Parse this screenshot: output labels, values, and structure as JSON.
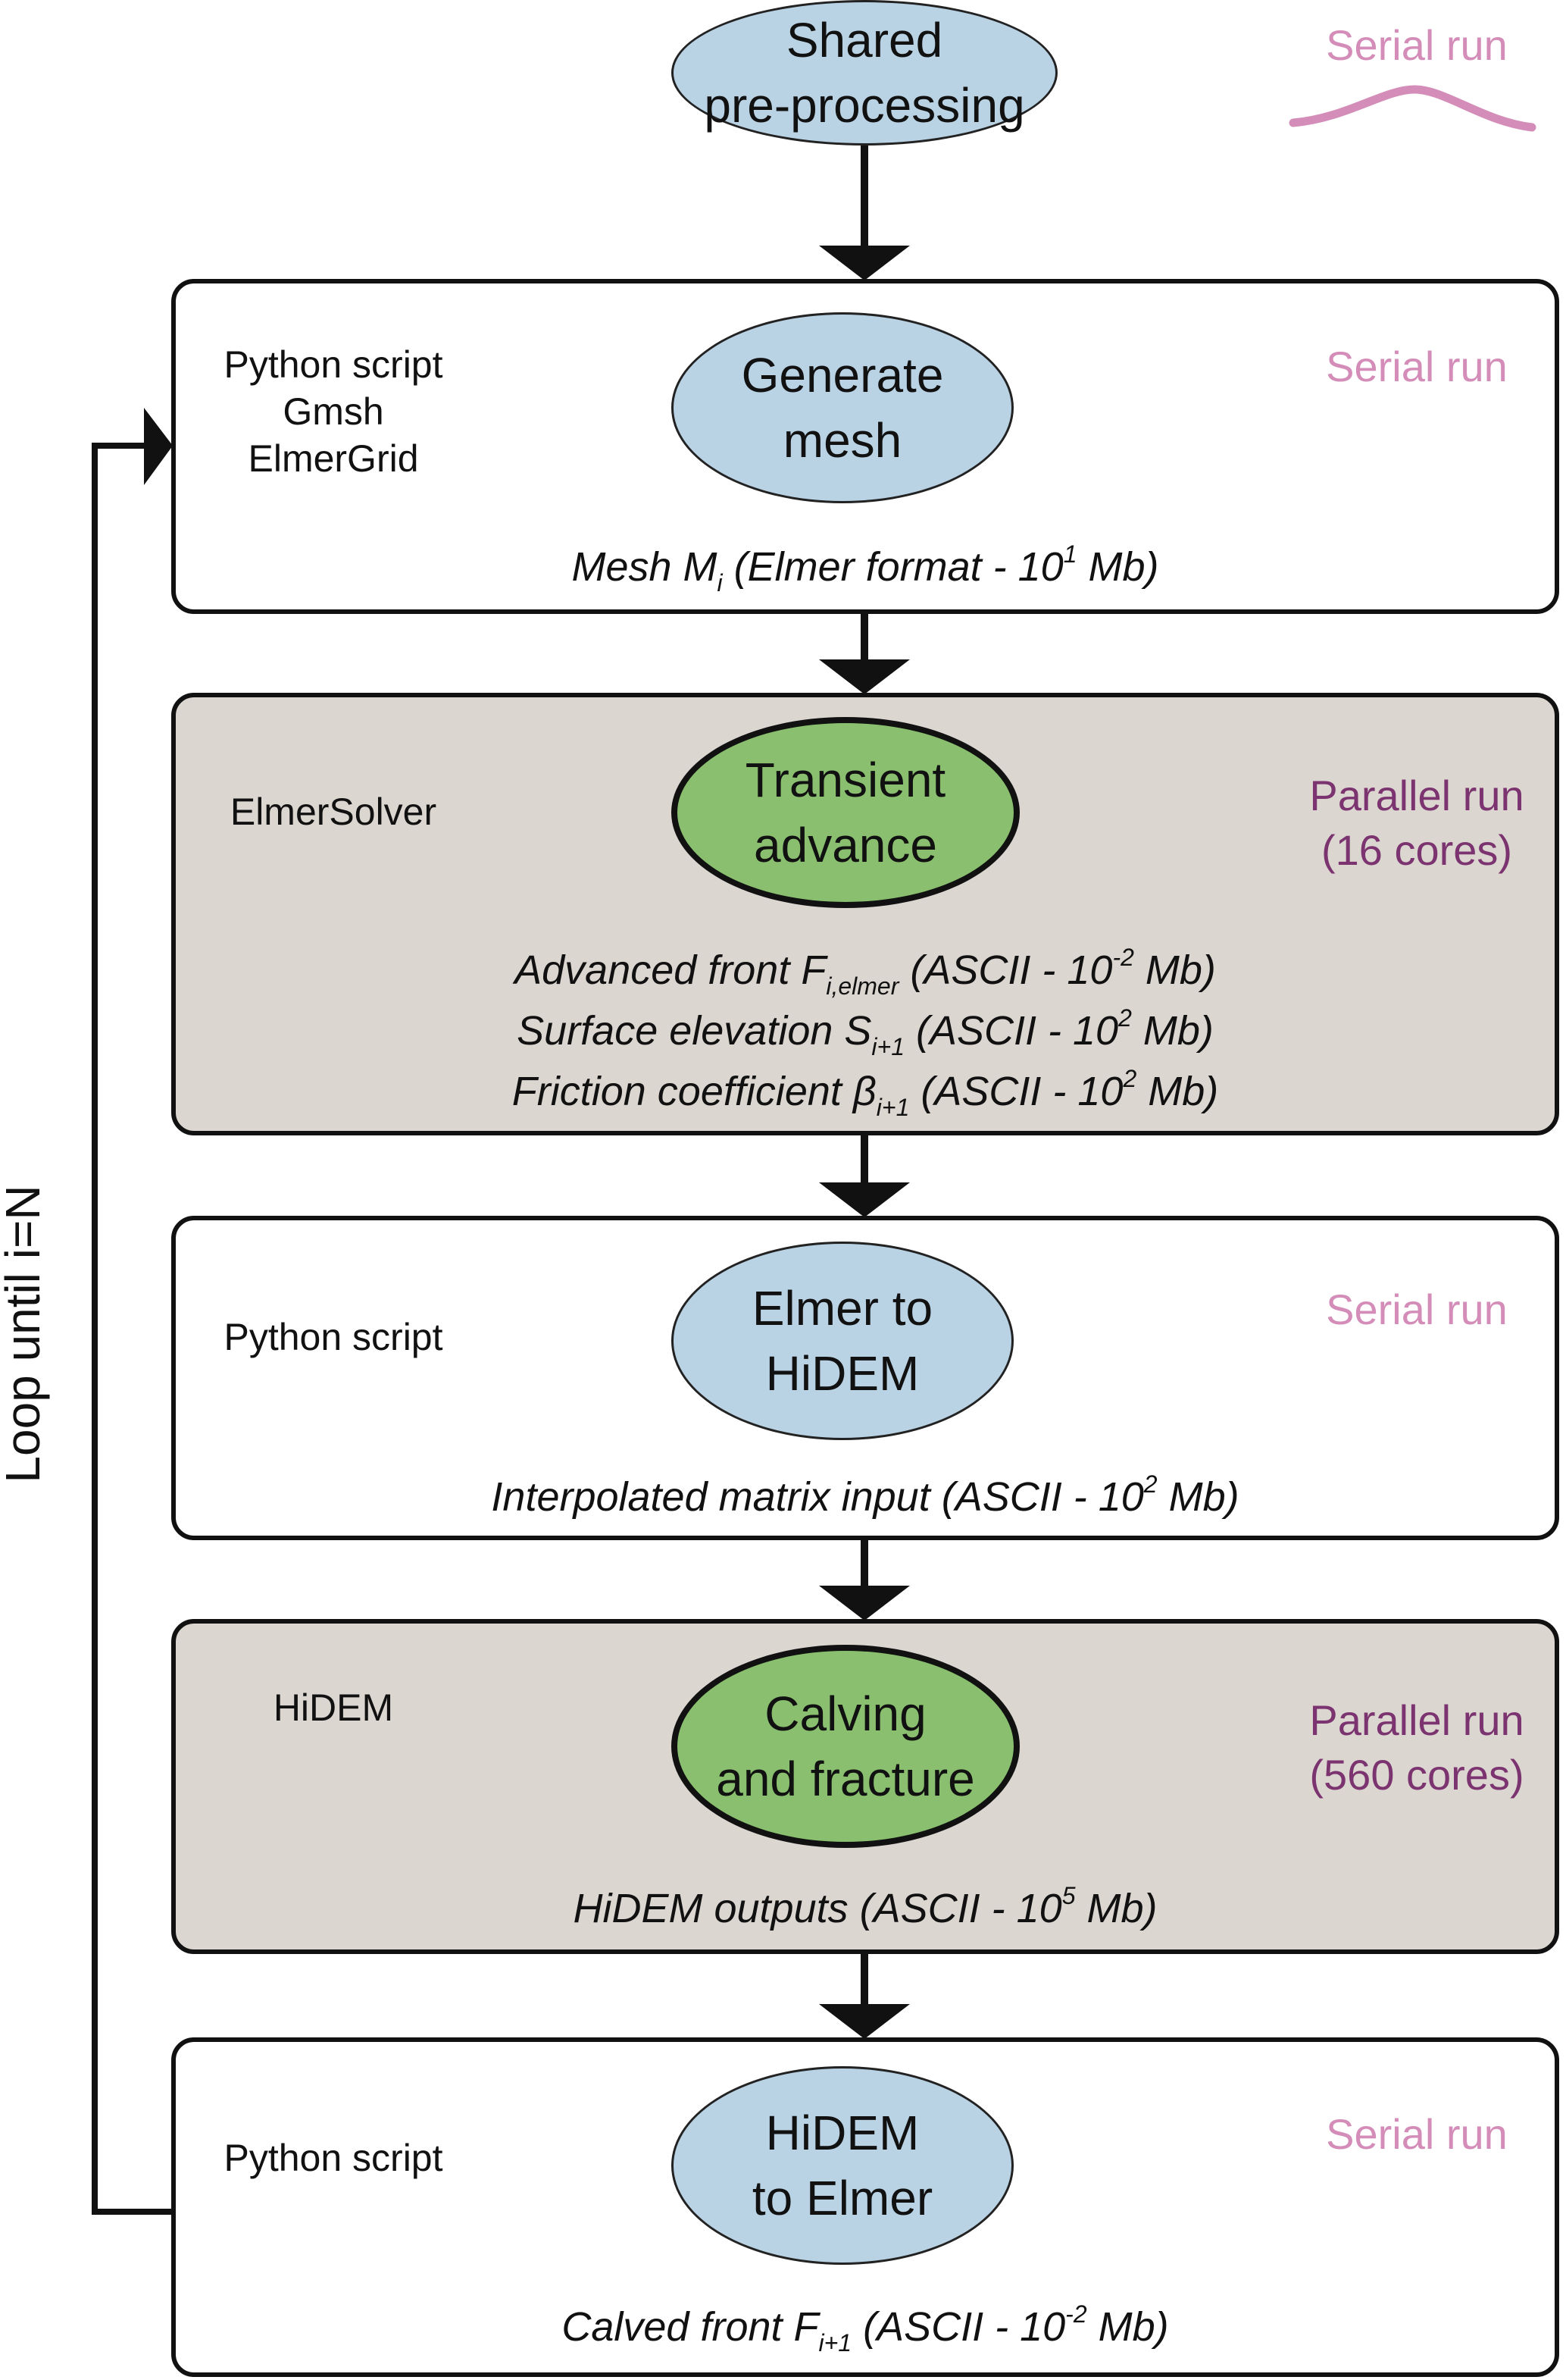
{
  "diagram": {
    "loop_label": "Loop until i=N",
    "colors": {
      "serial": "#d48db8",
      "parallel": "#7b3470",
      "serial_node_fill": "#b9d2e4",
      "parallel_node_fill": "#89bf6f",
      "parallel_box_fill": "#dcd6d1"
    },
    "start": {
      "node": "Shared\npre-processing",
      "mode": "Serial run",
      "mode_type": "serial"
    },
    "stages": [
      {
        "tools": "Python script\nGmsh\nElmerGrid",
        "node": "Generate\nmesh",
        "mode": "Serial run",
        "mode_type": "serial",
        "outputs": [
          {
            "pre": "Mesh M",
            "sub": "i",
            "post": " (Elmer format - 10",
            "sup": "1",
            "end": " Mb)"
          }
        ]
      },
      {
        "tools": "ElmerSolver",
        "node": "Transient\nadvance",
        "mode": "Parallel run\n(16 cores)",
        "mode_type": "parallel",
        "outputs": [
          {
            "pre": "Advanced front F",
            "sub": "i,elmer",
            "post": " (ASCII - 10",
            "sup": "-2",
            "end": " Mb)"
          },
          {
            "pre": "Surface elevation S",
            "sub": "i+1",
            "post": " (ASCII - 10",
            "sup": "2",
            "end": " Mb)"
          },
          {
            "pre": "Friction coefficient β",
            "sub": "i+1",
            "post": " (ASCII - 10",
            "sup": "2",
            "end": " Mb)"
          }
        ]
      },
      {
        "tools": "Python script",
        "node": "Elmer to\nHiDEM",
        "mode": "Serial run",
        "mode_type": "serial",
        "outputs": [
          {
            "pre": "Interpolated matrix input (ASCII - 10",
            "sub": "",
            "post": "",
            "sup": "2",
            "end": " Mb)"
          }
        ]
      },
      {
        "tools": "HiDEM",
        "node": "Calving\nand fracture",
        "mode": "Parallel run\n(560 cores)",
        "mode_type": "parallel",
        "outputs": [
          {
            "pre": "HiDEM outputs (ASCII - 10",
            "sub": "",
            "post": "",
            "sup": "5",
            "end": " Mb)"
          }
        ]
      },
      {
        "tools": "Python script",
        "node": "HiDEM\nto Elmer",
        "mode": "Serial run",
        "mode_type": "serial",
        "outputs": [
          {
            "pre": "Calved front F",
            "sub": "i+1",
            "post": " (ASCII - 10",
            "sup": "-2",
            "end": " Mb)"
          }
        ]
      }
    ]
  }
}
